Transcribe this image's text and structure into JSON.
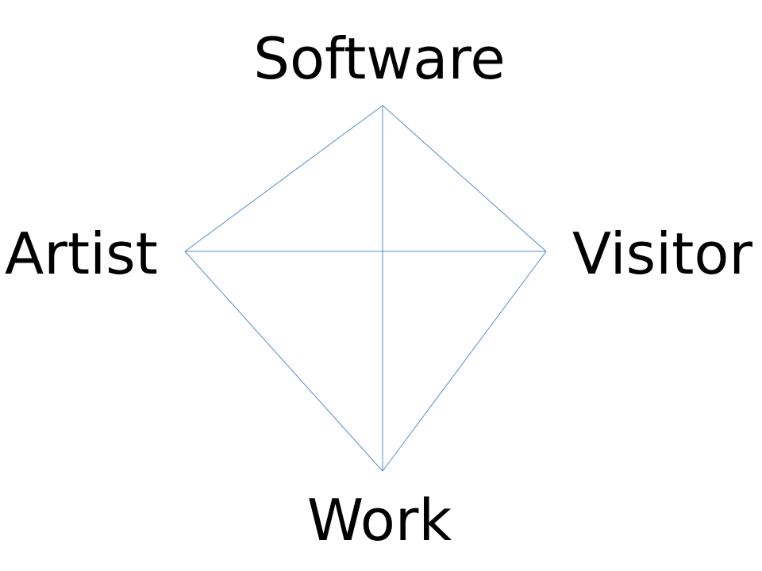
{
  "diagram": {
    "nodes": {
      "top": "Software",
      "left": "Artist",
      "right": "Visitor",
      "bottom": "Work"
    },
    "edges": [
      [
        "top",
        "left"
      ],
      [
        "top",
        "right"
      ],
      [
        "left",
        "bottom"
      ],
      [
        "right",
        "bottom"
      ],
      [
        "top",
        "bottom"
      ],
      [
        "left",
        "right"
      ]
    ],
    "line_color": "#5b8bc9"
  }
}
